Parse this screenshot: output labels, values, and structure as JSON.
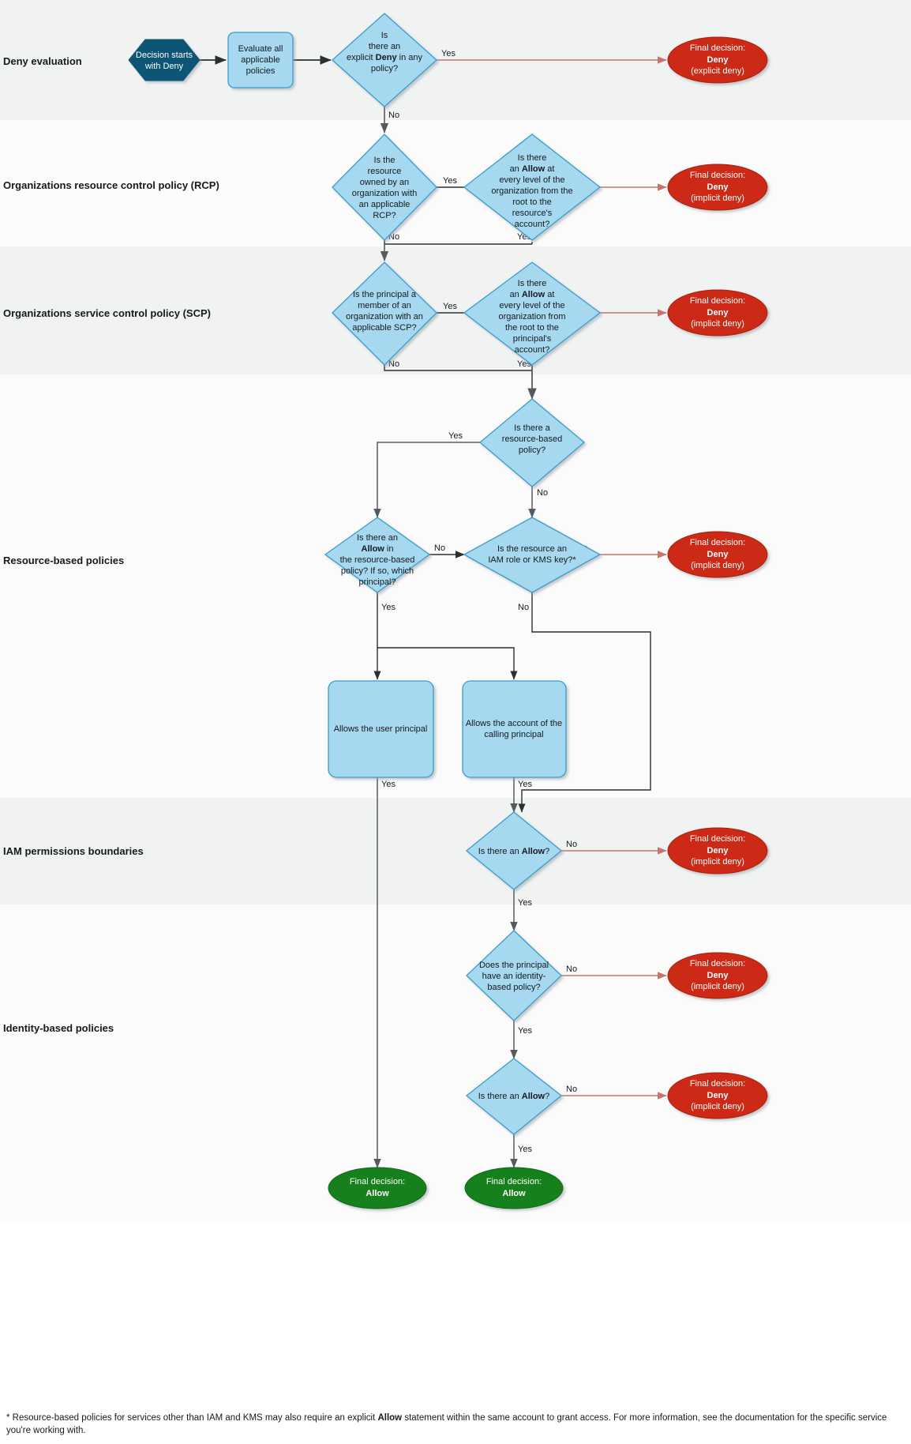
{
  "diagram": {
    "title": "AWS IAM policy evaluation logic flowchart",
    "colors": {
      "decision_fill": "#a6d9f0",
      "decision_stroke": "#3a9ccb",
      "start_fill": "#0f5575",
      "process_fill": "#a6d9f0",
      "deny_fill": "#cc2a13",
      "allow_fill": "#15801f",
      "deny_edge": "#c98b86",
      "edge": "#56595e",
      "band_alt": "#f1f3f3",
      "band_base": "#fbfbfb"
    }
  },
  "bands": [
    {
      "id": "deny-evaluation",
      "label": "Deny evaluation"
    },
    {
      "id": "rcp",
      "label": "Organizations resource control policy (RCP)"
    },
    {
      "id": "scp",
      "label": "Organizations service control policy (SCP)"
    },
    {
      "id": "resource-based",
      "label": "Resource-based policies"
    },
    {
      "id": "permissions-boundaries",
      "label": "IAM permissions boundaries"
    },
    {
      "id": "identity-based",
      "label": "Identity-based policies"
    }
  ],
  "nodes": {
    "start": {
      "line1": "Decision starts",
      "line2": "with Deny"
    },
    "evaluate": {
      "line1": "Evaluate all",
      "line2": "applicable",
      "line3": "policies"
    },
    "explicit_deny": {
      "line1": "Is",
      "line2": "there an",
      "line3_a": "explicit ",
      "line3_b": "Deny",
      "line3_c": " in any",
      "line4": "policy?"
    },
    "rcp_owned": {
      "line1": "Is the",
      "line2": "resource",
      "line3": "owned by an",
      "line4": "organization with",
      "line5": "an applicable",
      "line6": "RCP?"
    },
    "rcp_allow": {
      "line1": "Is there",
      "line2_a": "an ",
      "line2_b": "Allow",
      "line2_c": " at",
      "line3": "every level of the",
      "line4": "organization from the",
      "line5": "root to the",
      "line6": "resource's",
      "line7": "account?"
    },
    "scp_member": {
      "line1": "Is the principal a",
      "line2": "member of an",
      "line3": "organization with an",
      "line4": "applicable SCP?"
    },
    "scp_allow": {
      "line1": "Is there",
      "line2_a": "an ",
      "line2_b": "Allow",
      "line2_c": " at",
      "line3": "every level of the",
      "line4": "organization from",
      "line5": "the root to the",
      "line6": "principal's",
      "line7": "account?"
    },
    "rbp_exists": {
      "line1": "Is there a",
      "line2": "resource-based",
      "line3": "policy?"
    },
    "rbp_allow": {
      "line1": "Is there an",
      "line2_a": "Allow",
      "line2_b": " in",
      "line3": "the resource-based",
      "line4": "policy? If so, which",
      "line5": "principal?"
    },
    "iam_role_kms": {
      "line1": "Is the resource an",
      "line2": "IAM role or KMS key?*"
    },
    "allows_user_principal": {
      "line1": "Allows the user principal"
    },
    "allows_account": {
      "line1": "Allows the account of the",
      "line2": "calling principal"
    },
    "pb_allow": {
      "text_a": "Is there an ",
      "text_b": "Allow",
      "text_c": "?"
    },
    "ibp_exists": {
      "line1": "Does the principal",
      "line2": "have an identity-",
      "line3": "based policy?"
    },
    "ibp_allow": {
      "text_a": "Is there an ",
      "text_b": "Allow",
      "text_c": "?"
    },
    "deny_explicit": {
      "line1": "Final decision:",
      "line2": "Deny",
      "line3": "(explicit deny)"
    },
    "deny_implicit": {
      "line1": "Final decision:",
      "line2": "Deny",
      "line3": "(implicit deny)"
    },
    "allow_final": {
      "line1": "Final decision:",
      "line2": "Allow"
    }
  },
  "edge_labels": {
    "yes": "Yes",
    "no": "No"
  },
  "footnote": {
    "text_a": "* Resource-based policies for services other than IAM and KMS may also require an explicit ",
    "text_b": "Allow",
    "text_c": " statement within the same account to grant access. For more information, see the documentation for the specific service you're working with."
  }
}
